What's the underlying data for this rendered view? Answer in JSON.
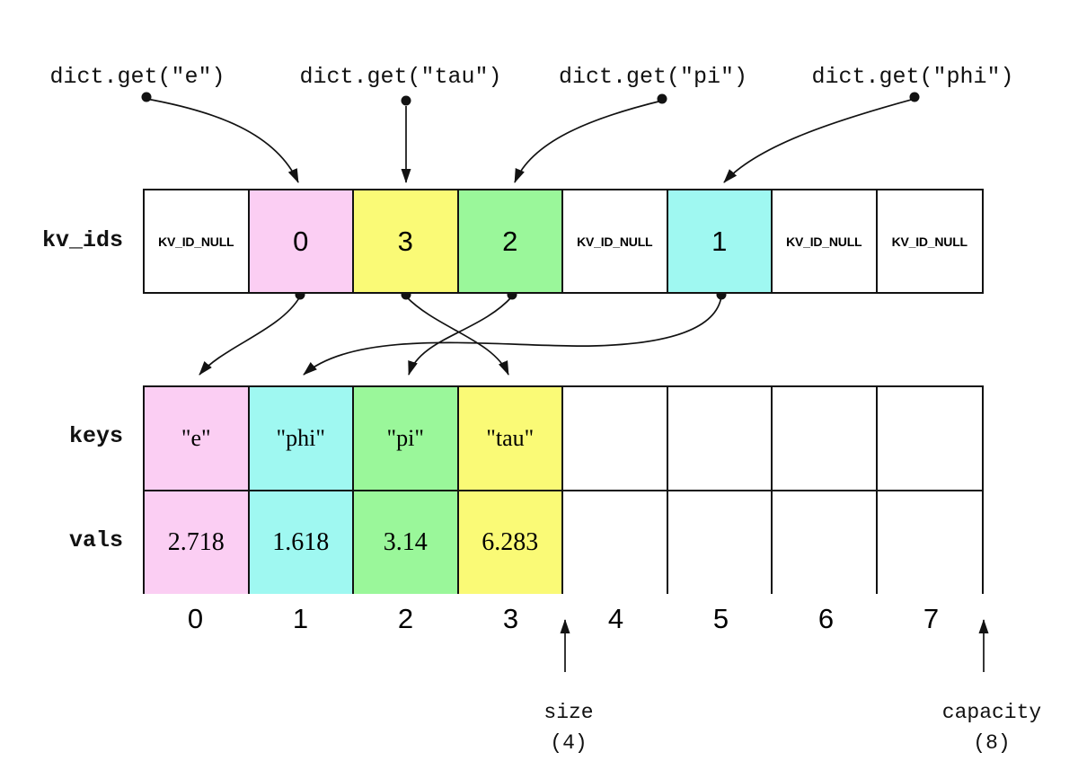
{
  "colors": {
    "pink": "#fbcef3",
    "yellow": "#fafa76",
    "green": "#9af79a",
    "cyan": "#9ff8f1",
    "white": "#ffffff",
    "line": "#121212"
  },
  "calls": [
    {
      "label": "dict.get(\"e\")"
    },
    {
      "label": "dict.get(\"tau\")"
    },
    {
      "label": "dict.get(\"pi\")"
    },
    {
      "label": "dict.get(\"phi\")"
    }
  ],
  "kv_ids": {
    "label": "kv_ids",
    "cells": [
      {
        "text": "KV_ID_NULL",
        "bg": "#ffffff"
      },
      {
        "text": "0",
        "bg": "#fbcef3"
      },
      {
        "text": "3",
        "bg": "#fafa76"
      },
      {
        "text": "2",
        "bg": "#9af79a"
      },
      {
        "text": "KV_ID_NULL",
        "bg": "#ffffff"
      },
      {
        "text": "1",
        "bg": "#9ff8f1"
      },
      {
        "text": "KV_ID_NULL",
        "bg": "#ffffff"
      },
      {
        "text": "KV_ID_NULL",
        "bg": "#ffffff"
      }
    ]
  },
  "keys": {
    "label": "keys",
    "cells": [
      {
        "text": "\"e\"",
        "bg": "#fbcef3"
      },
      {
        "text": "\"phi\"",
        "bg": "#9ff8f1"
      },
      {
        "text": "\"pi\"",
        "bg": "#9af79a"
      },
      {
        "text": "\"tau\"",
        "bg": "#fafa76"
      },
      {
        "text": "",
        "bg": "#ffffff"
      },
      {
        "text": "",
        "bg": "#ffffff"
      },
      {
        "text": "",
        "bg": "#ffffff"
      },
      {
        "text": "",
        "bg": "#ffffff"
      }
    ]
  },
  "vals": {
    "label": "vals",
    "cells": [
      {
        "text": "2.718",
        "bg": "#fbcef3"
      },
      {
        "text": "1.618",
        "bg": "#9ff8f1"
      },
      {
        "text": "3.14",
        "bg": "#9af79a"
      },
      {
        "text": "6.283",
        "bg": "#fafa76"
      },
      {
        "text": "",
        "bg": "#ffffff"
      },
      {
        "text": "",
        "bg": "#ffffff"
      },
      {
        "text": "",
        "bg": "#ffffff"
      },
      {
        "text": "",
        "bg": "#ffffff"
      }
    ]
  },
  "indices": [
    "0",
    "1",
    "2",
    "3",
    "4",
    "5",
    "6",
    "7"
  ],
  "size_annotation": {
    "label": "size",
    "value": "(4)"
  },
  "capacity_annotation": {
    "label": "capacity",
    "value": "(8)"
  }
}
